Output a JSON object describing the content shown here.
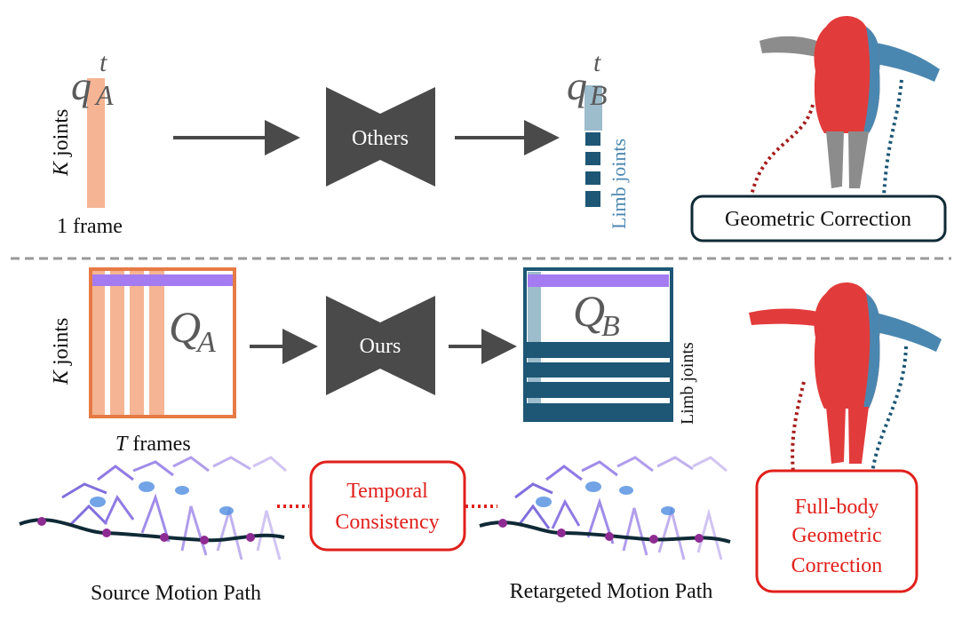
{
  "top": {
    "q_a_label": "q",
    "q_a_sup": "t",
    "q_a_sub": "A",
    "k_joints_k": "K",
    "k_joints_rest": " joints",
    "one_frame": "1 frame",
    "network_label": "Others",
    "q_b_label": "q",
    "q_b_sup": "t",
    "q_b_sub": "B",
    "limb_joints": "Limb joints",
    "geometric_correction": "Geometric Correction"
  },
  "bottom": {
    "Q_a_label": "Q",
    "Q_a_sub": "A",
    "k_joints_k": "K",
    "k_joints_rest": " joints",
    "t_frames_t": "T",
    "t_frames_rest": " frames",
    "network_label": "Ours",
    "Q_b_label": "Q",
    "Q_b_sub": "B",
    "limb_joints": "Limb joints",
    "temporal_line1": "Temporal",
    "temporal_line2": "Consistency",
    "fullbody_line1": "Full-body",
    "fullbody_line2": "Geometric",
    "fullbody_line3": "Correction",
    "source_path": "Source Motion Path",
    "retargeted_path": "Retargeted Motion Path"
  },
  "colors": {
    "source_orange": "#f5b493",
    "source_border": "#e67a45",
    "target_navy": "#1d5775",
    "target_light": "#9dbccc",
    "purple": "#a47bf0",
    "network_gray": "#4a4a4a",
    "arrow_gray": "#4a4a4a",
    "red": "#e0201b",
    "body_red": "#e23b3b",
    "body_blue": "#4a87b0",
    "body_gray": "#8c8c8c",
    "path_dot": "#8e2b93",
    "dashed_divider": "#9a9a9a"
  }
}
